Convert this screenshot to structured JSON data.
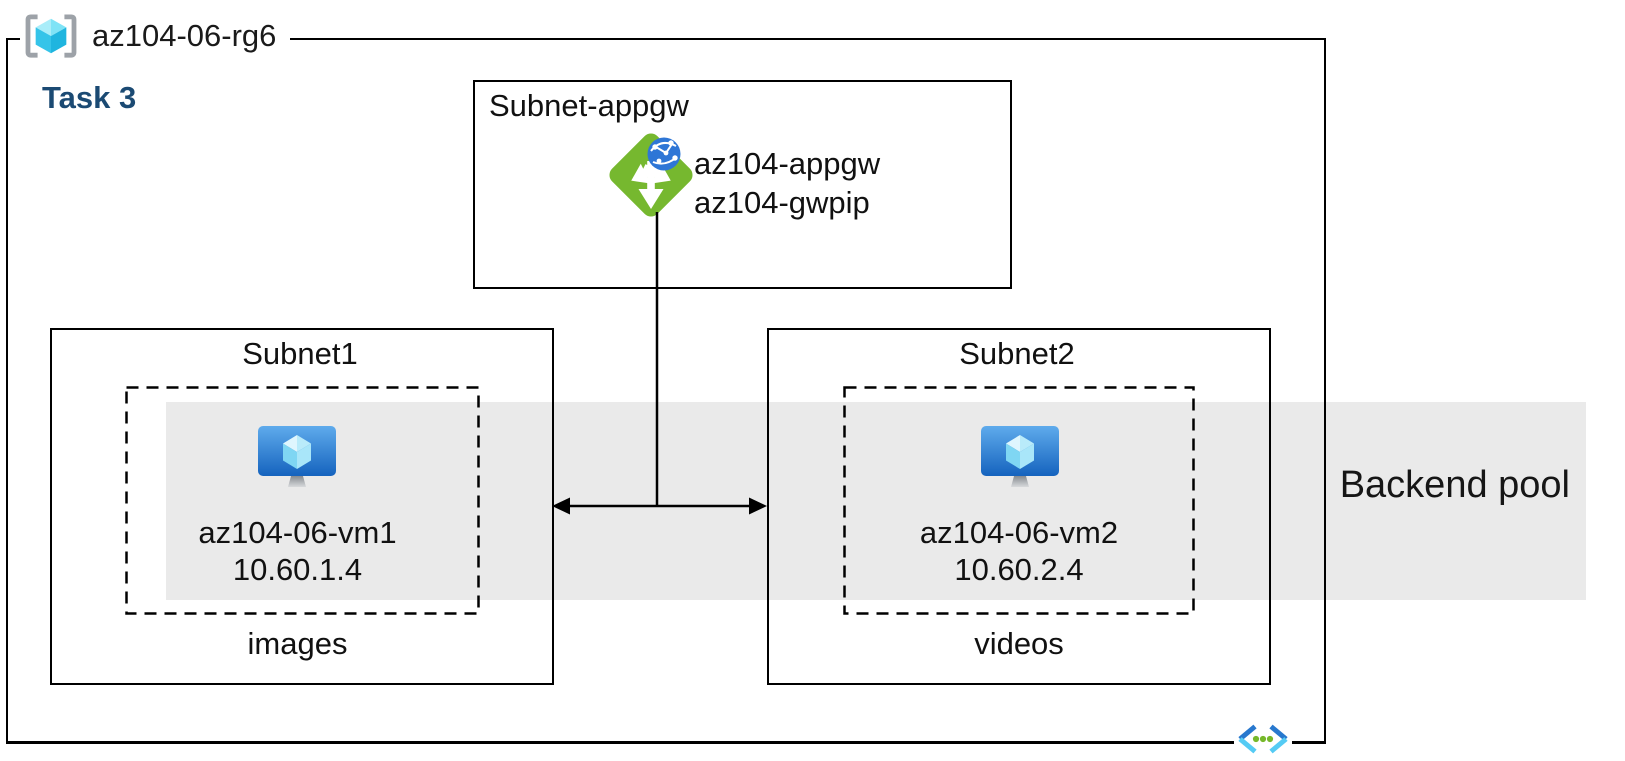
{
  "diagram": {
    "resource_group": {
      "name": "az104-06-rg6"
    },
    "task": {
      "label": "Task 3"
    },
    "appgw_subnet": {
      "label": "Subnet-appgw",
      "gateway_name": "az104-appgw",
      "gateway_pip": "az104-gwpip"
    },
    "subnet1": {
      "label": "Subnet1",
      "vm_name": "az104-06-vm1",
      "vm_ip": "10.60.1.4",
      "content_label": "images"
    },
    "subnet2": {
      "label": "Subnet2",
      "vm_name": "az104-06-vm2",
      "vm_ip": "10.60.2.4",
      "content_label": "videos"
    },
    "backend_pool": {
      "label": "Backend pool"
    }
  },
  "icons": {
    "resource_group": "azure-resource-group-icon",
    "application_gateway": "azure-application-gateway-icon",
    "virtual_machine_1": "azure-virtual-machine-icon",
    "virtual_machine_2": "azure-virtual-machine-icon",
    "virtual_network": "azure-virtual-network-icon"
  },
  "colors": {
    "band_gray": "#EAEAEA",
    "task_blue": "#1B4A73",
    "appgw_green": "#76B82F",
    "globe_blue": "#2E76D6",
    "vm_blue_top": "#5FABEC",
    "vm_blue_bottom": "#1563BE",
    "cube_cyan": "#35C4E9",
    "bracket_gray": "#9DA2A8",
    "vnet_blue": "#2878CE",
    "vnet_cyan": "#55CBF4",
    "dot_green": "#76B82A",
    "line_black": "#000000"
  }
}
